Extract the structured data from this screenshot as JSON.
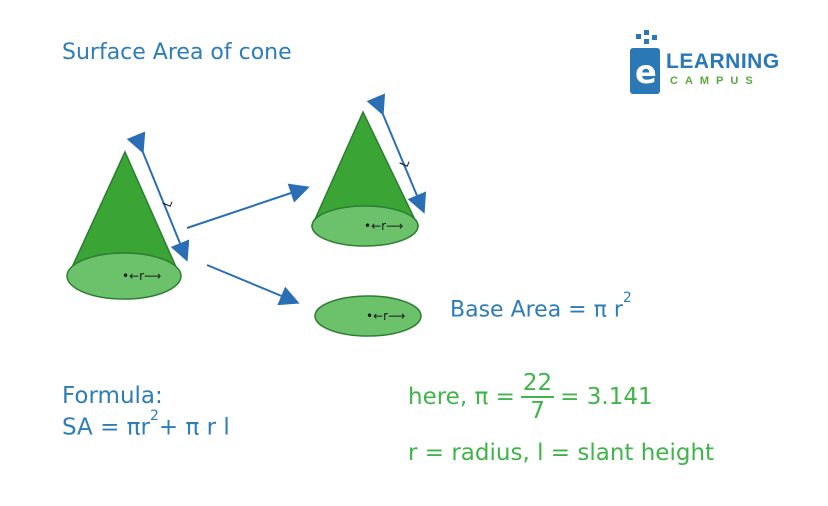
{
  "title": "Surface Area of cone",
  "logo": {
    "e_letter": "e",
    "learning": "LEARNING",
    "campus": "CAMPUS"
  },
  "diagram": {
    "radius_symbol": "•←r⟶",
    "slant_symbol": "L"
  },
  "base_area": {
    "text": "Base Area = π r",
    "superscript": "2"
  },
  "formula": {
    "label": "Formula:",
    "expression_prefix": "SA = πr",
    "superscript": "2",
    "expression_suffix": "+ π r l"
  },
  "pi_value": {
    "prefix": "here, π =",
    "numerator": "22",
    "denominator": "7",
    "suffix": "= 3.141"
  },
  "variables": "r = radius, l = slant height",
  "colors": {
    "cone_dark": "#3aa435",
    "base_fill": "#6cc26a",
    "outline": "#2e7d32",
    "arrow": "#2a6fb5",
    "title_blue": "#2c7db8",
    "text_green": "#3fb549"
  }
}
